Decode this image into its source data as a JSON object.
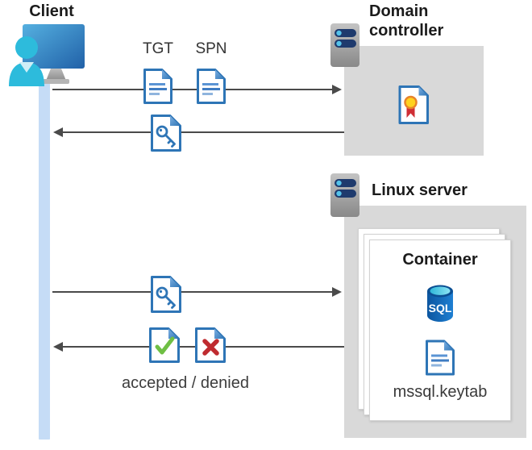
{
  "client": {
    "label": "Client"
  },
  "domain_controller": {
    "title": "Domain controller"
  },
  "linux_server": {
    "title": "Linux server"
  },
  "container": {
    "title": "Container",
    "sql_label": "SQL",
    "keytab_label": "mssql.keytab"
  },
  "flow": {
    "tgt": "TGT",
    "spn": "SPN",
    "result": "accepted / denied"
  },
  "colors": {
    "lane_blue": "#c5dcf6",
    "panel_gray": "#d9d9d9",
    "icon_blue": "#2e75b6",
    "success_green": "#6fbf44",
    "error_red": "#bf2b30",
    "arrow_gray": "#4a4a4a",
    "sql_body_blue": "#0e5caa",
    "sql_top_cyan": "#46c7e2",
    "ribbon_red": "#cf2e35",
    "ribbon_yellow": "#ffd21f"
  }
}
